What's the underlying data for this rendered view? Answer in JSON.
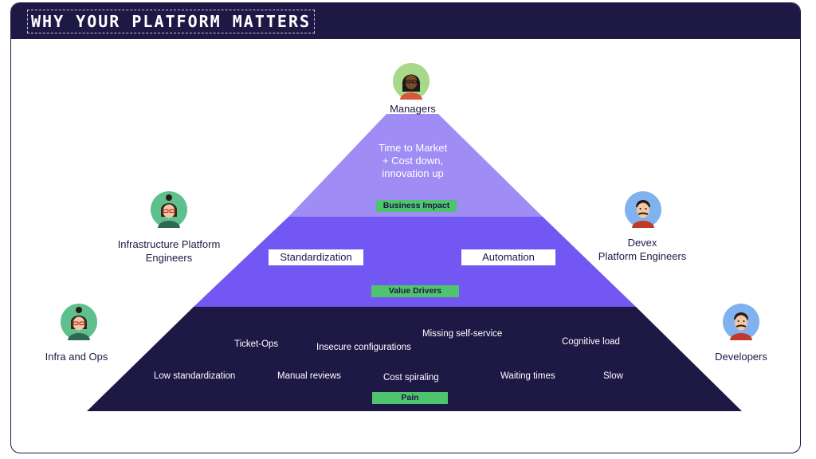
{
  "header": {
    "title": "WHY YOUR PLATFORM MATTERS"
  },
  "colors": {
    "navy": "#1e1845",
    "pyramid_top": "#9f8cf5",
    "pyramid_middle": "#7257f2",
    "pyramid_bottom": "#1e1845",
    "tag_green": "#4fc46e"
  },
  "personas": {
    "managers": "Managers",
    "infra_platform_engineers": "Infrastructure Platform\nEngineers",
    "devex_platform_engineers": "Devex\nPlatform Engineers",
    "infra_and_ops": "Infra and Ops",
    "developers": "Developers"
  },
  "pyramid": {
    "top": {
      "text": "Time to Market\n+ Cost down,\ninnovation up",
      "tag": "Business Impact"
    },
    "middle": {
      "boxes": [
        "Standardization",
        "Automation"
      ],
      "tag": "Value Drivers"
    },
    "bottom": {
      "items": [
        "Ticket-Ops",
        "Insecure configurations",
        "Missing self-service",
        "Cognitive load",
        "Low standardization",
        "Manual reviews",
        "Cost spiraling",
        "Waiting times",
        "Slow"
      ],
      "tag": "Pain"
    }
  }
}
